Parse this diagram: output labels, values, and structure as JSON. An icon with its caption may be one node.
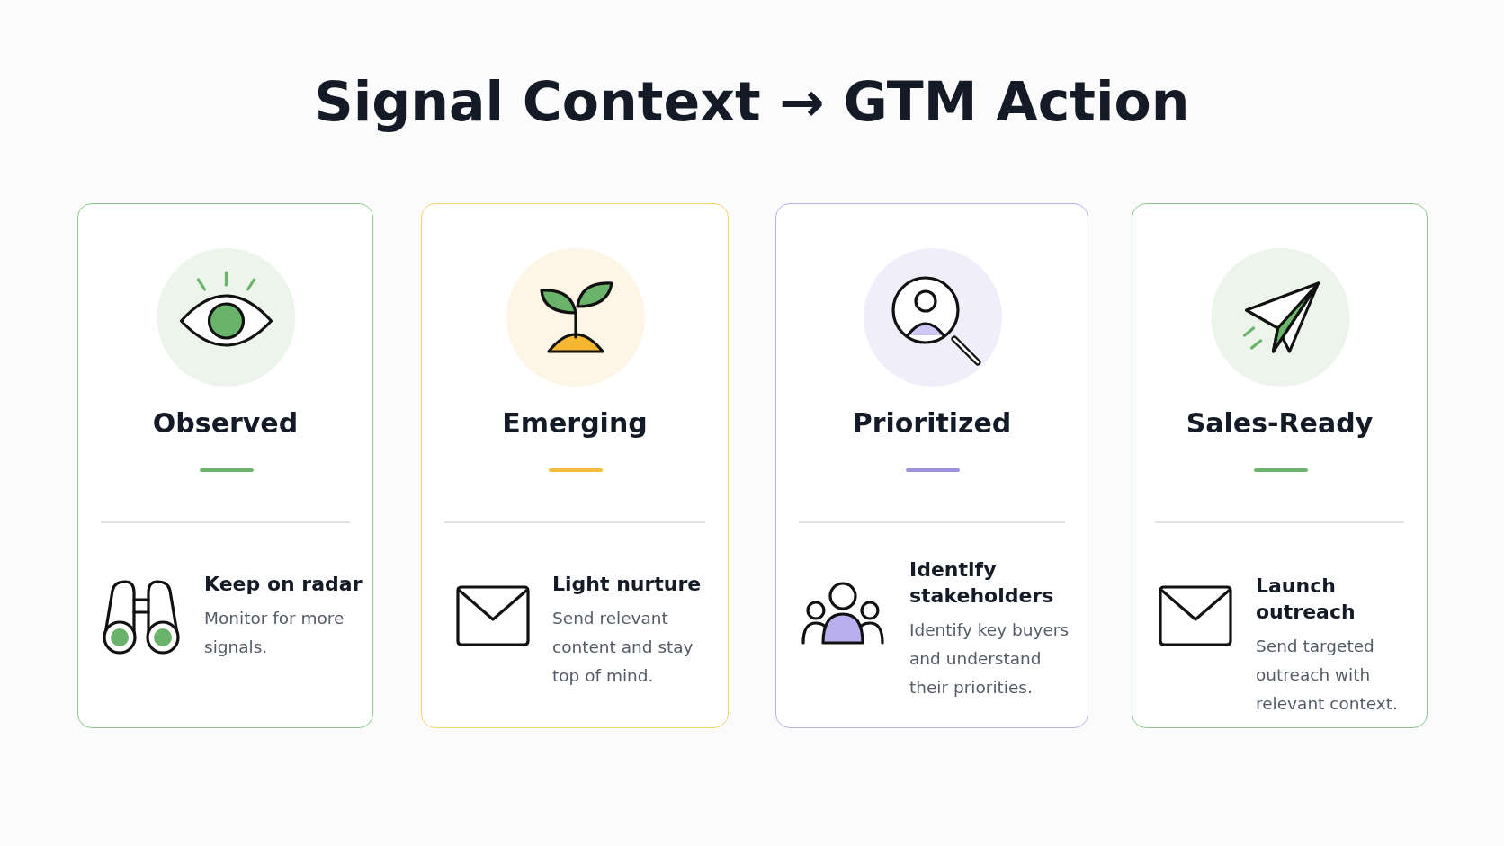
{
  "diagram": {
    "title": "Signal Context → GTM Action",
    "nodes": [
      {
        "text": [
          "Observed",
          "Keep on radar",
          "Monitor for more signals."
        ]
      },
      {
        "text": [
          "Emerging",
          "Light nurture",
          "Send relevant content and stay top of mind."
        ]
      },
      {
        "text": [
          "Prioritized",
          "Identify stakeholders",
          "Identify key buyers and understand their priorities."
        ]
      },
      {
        "text": [
          "Sales-Ready",
          "Launch outreach",
          "Send targeted outreach with relevant context."
        ]
      }
    ]
  }
}
